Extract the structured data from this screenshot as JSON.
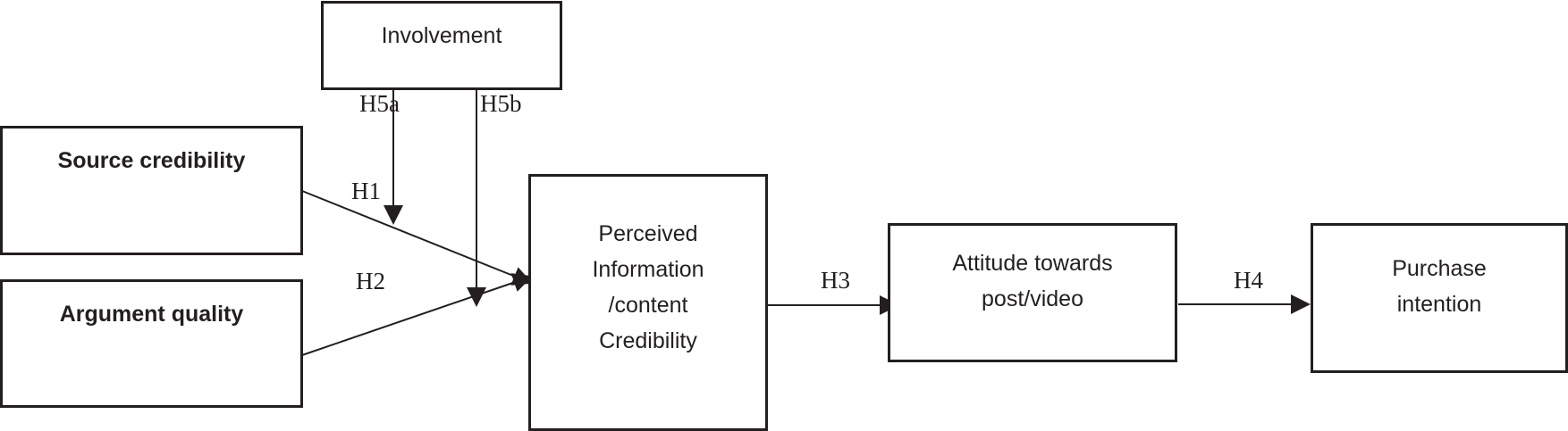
{
  "diagram": {
    "nodes": {
      "involvement": "Involvement",
      "source_credibility": "Source credibility",
      "argument_quality": "Argument quality",
      "perceived_credibility": "Perceived\nInformation\n/content\nCredibility",
      "attitude": "Attitude towards\npost/video",
      "purchase_intention": "Purchase\nintention"
    },
    "labels": {
      "h1": "H1",
      "h2": "H2",
      "h3": "H3",
      "h4": "H4",
      "h5a": "H5a",
      "h5b": "H5b"
    },
    "colors": {
      "stroke": "#231f20",
      "background": "#ffffff"
    }
  }
}
